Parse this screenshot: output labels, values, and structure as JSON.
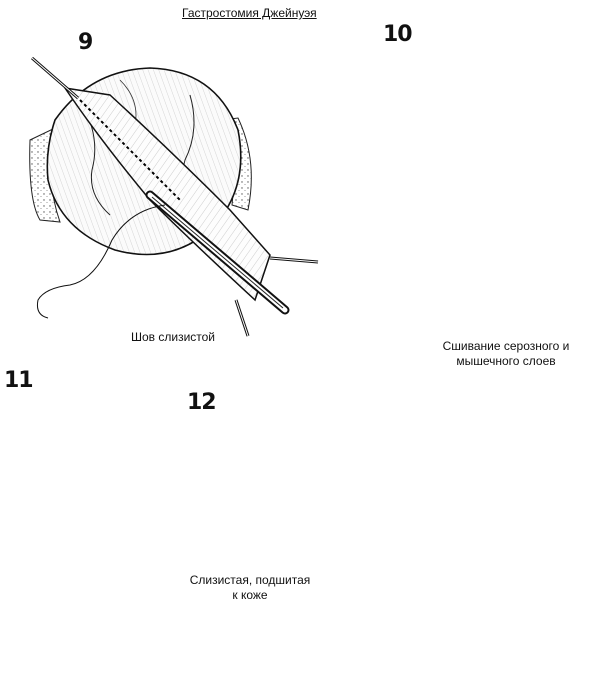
{
  "title": "Гастростомия Джейнуэя",
  "panels": [
    {
      "number": "9",
      "caption_lines": [
        "Шов слизистой"
      ]
    },
    {
      "number": "10",
      "caption_lines": [
        "Сшивание серозного и",
        "мышечного слоев"
      ]
    },
    {
      "number": "11",
      "caption_lines": []
    },
    {
      "number": "12",
      "caption_lines": [
        "Слизистая, подшитая",
        "к коже"
      ]
    }
  ]
}
